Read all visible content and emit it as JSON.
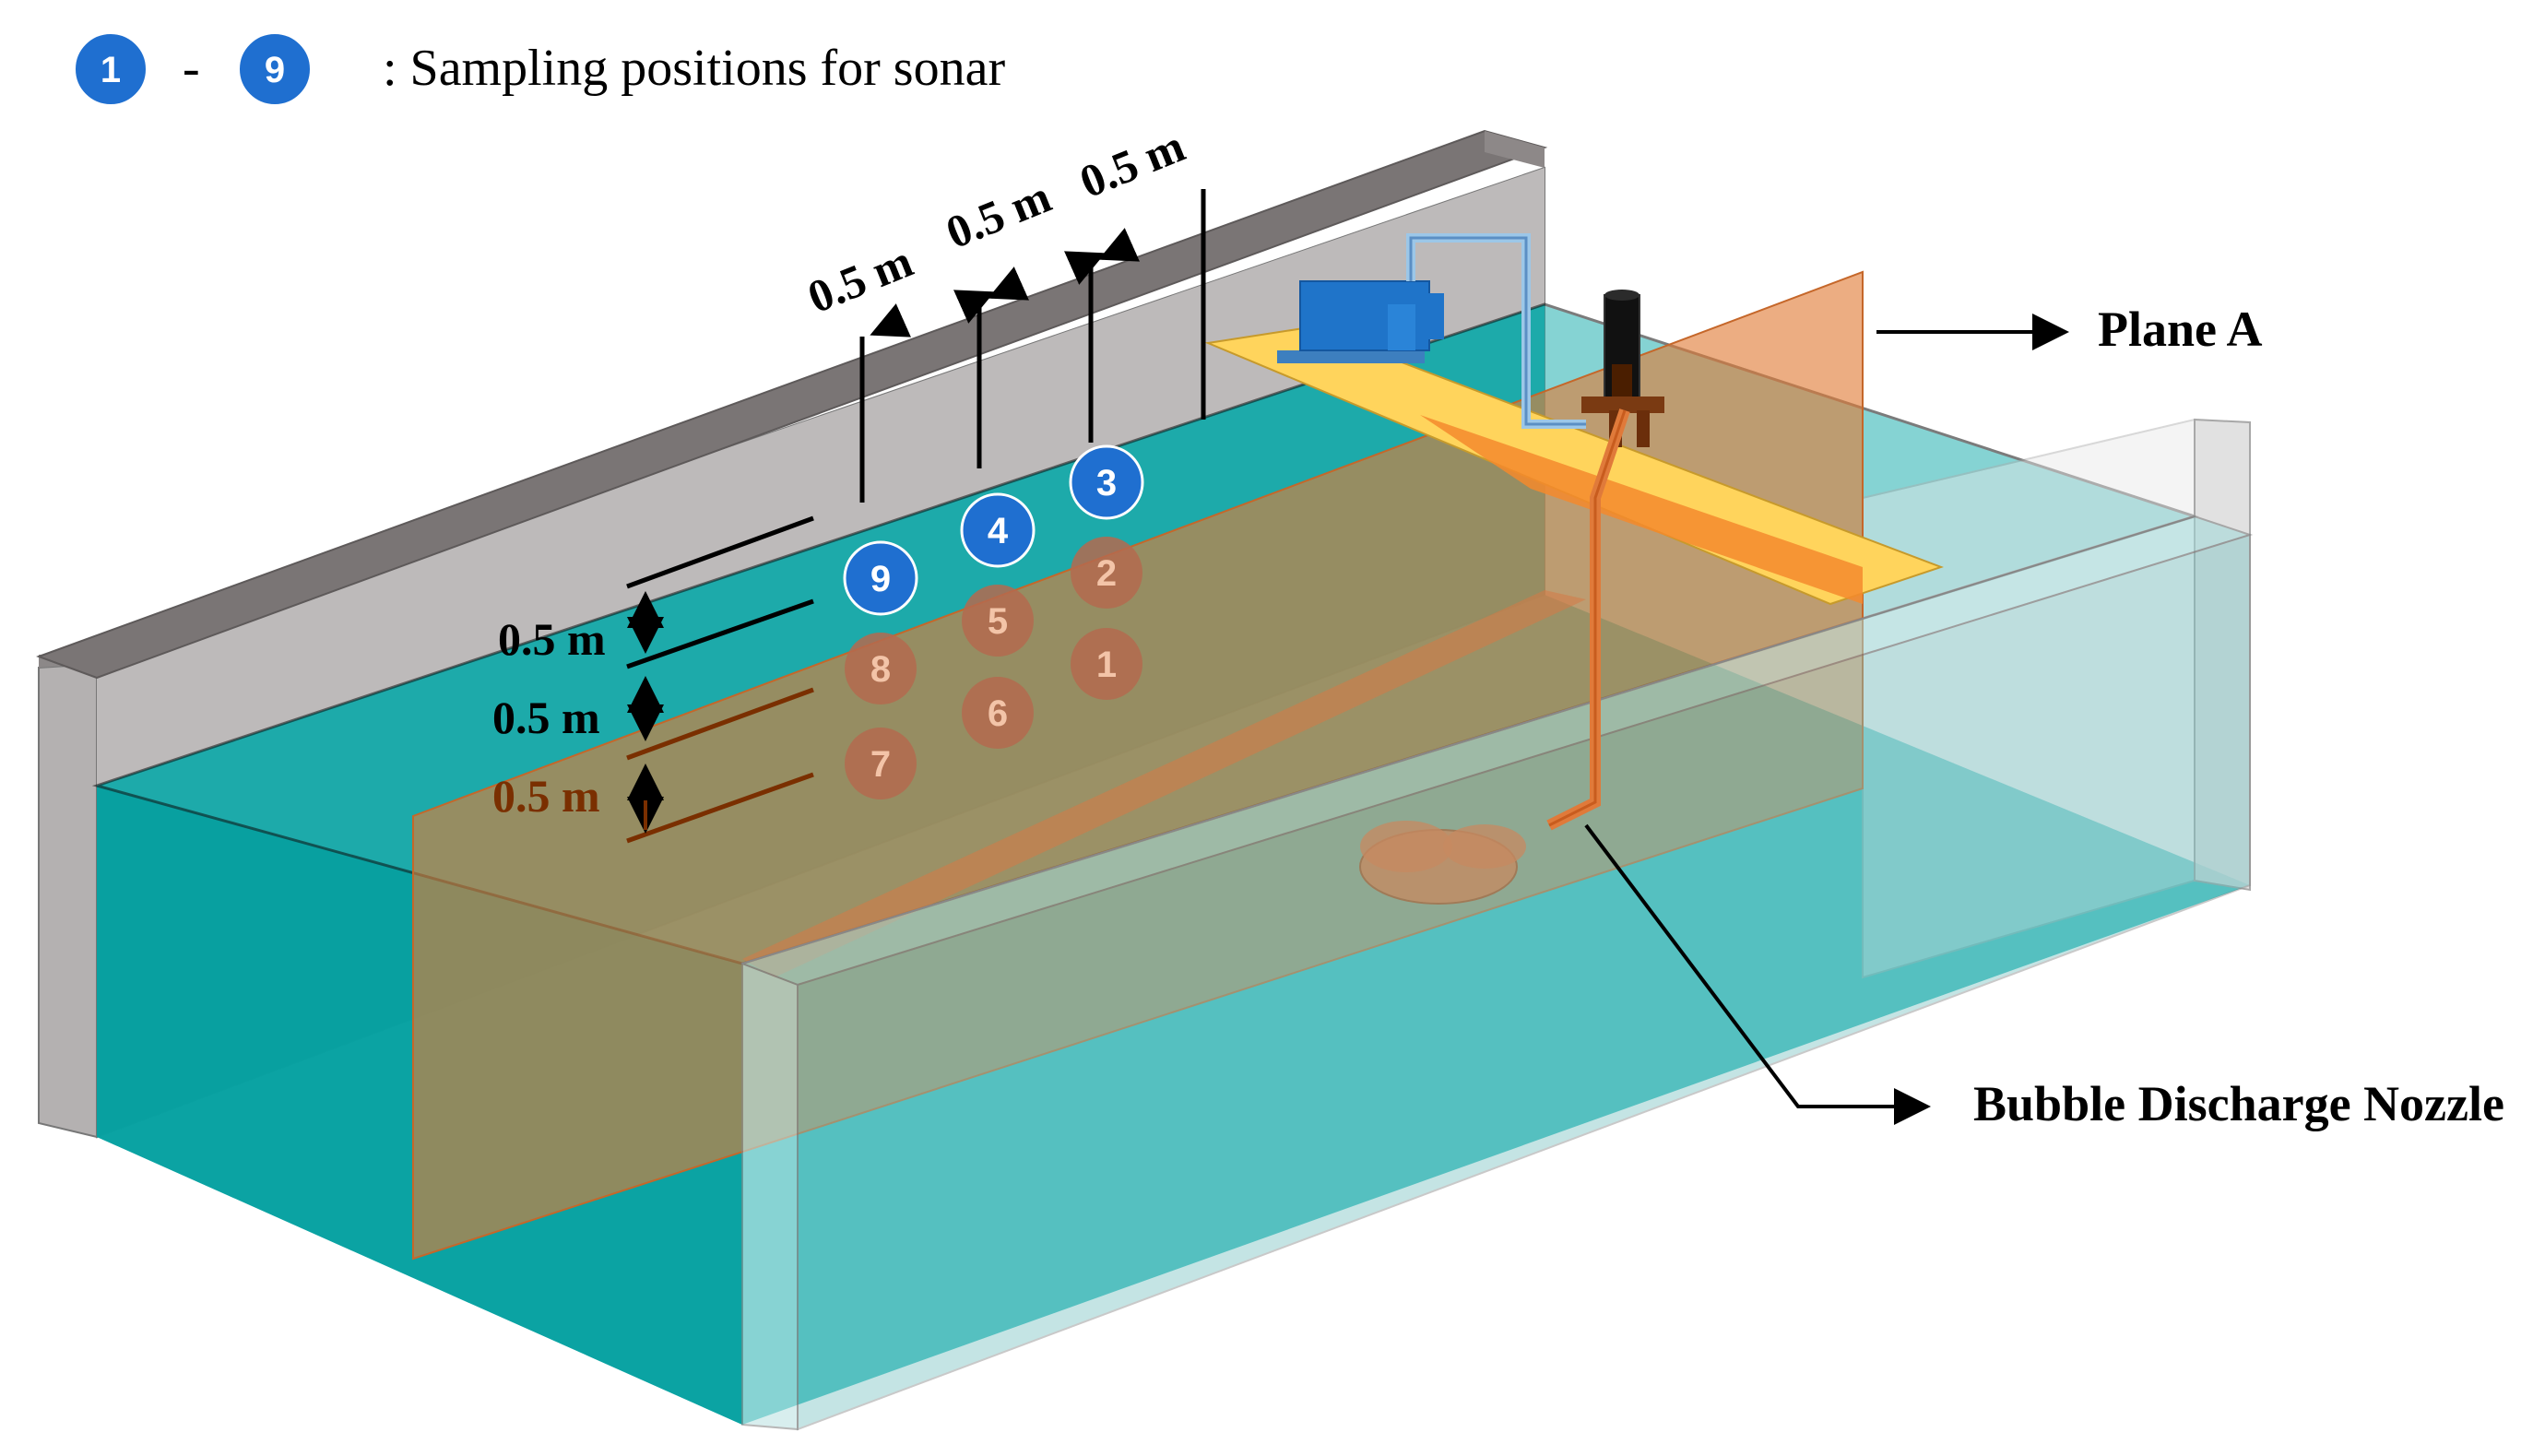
{
  "legend": {
    "start_marker": "1",
    "separator": "-",
    "end_marker": "9",
    "text": ": Sampling positions for sonar"
  },
  "dimensions": {
    "horizontal": [
      "0.5 m",
      "0.5 m",
      "0.5 m"
    ],
    "vertical": [
      "0.5 m",
      "0.5 m",
      "0.5 m"
    ]
  },
  "sampling_points": [
    {
      "id": "3",
      "visible": true
    },
    {
      "id": "4",
      "visible": true
    },
    {
      "id": "9",
      "visible": true
    },
    {
      "id": "2",
      "visible": false
    },
    {
      "id": "5",
      "visible": false
    },
    {
      "id": "1",
      "visible": false
    },
    {
      "id": "8",
      "visible": false
    },
    {
      "id": "6",
      "visible": false
    },
    {
      "id": "7",
      "visible": false
    }
  ],
  "callouts": {
    "plane": "Plane A",
    "nozzle": "Bubble Discharge Nozzle"
  },
  "colors": {
    "marker_blue": "#1f6fd0",
    "water": "#12a5a5",
    "plane_orange": "#e8844a",
    "wall_gray": "#b9b6b6",
    "platform_yellow": "#ffd35a",
    "pump_blue": "#1f74c9"
  }
}
